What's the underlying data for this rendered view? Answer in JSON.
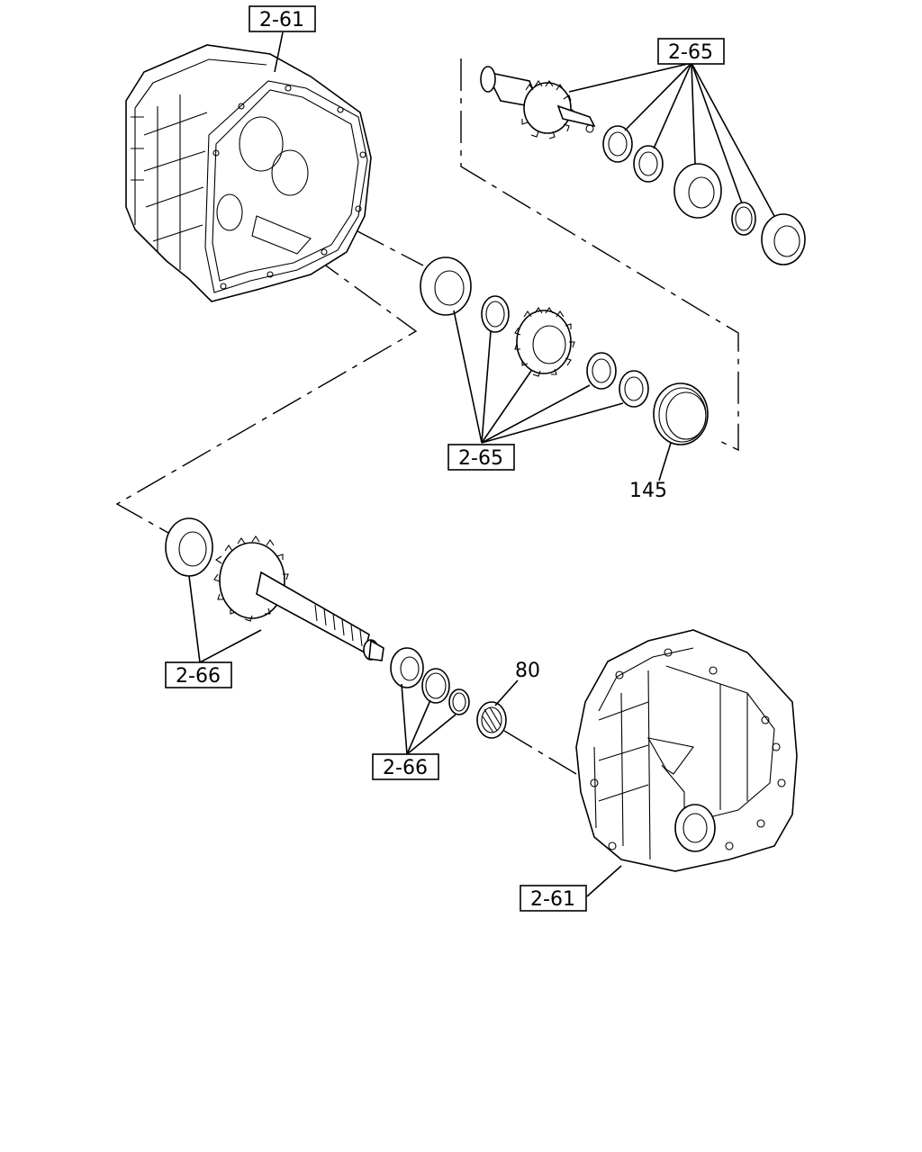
{
  "references": {
    "top_housing": "2-61",
    "top_shaft_group": "2-65",
    "mid_gear_group": "2-65",
    "input_shaft_group": "2-66",
    "small_bearing_group": "2-66",
    "bottom_housing": "2-61"
  },
  "part_numbers": {
    "sleeve": "145",
    "needle_bearing": "80"
  }
}
